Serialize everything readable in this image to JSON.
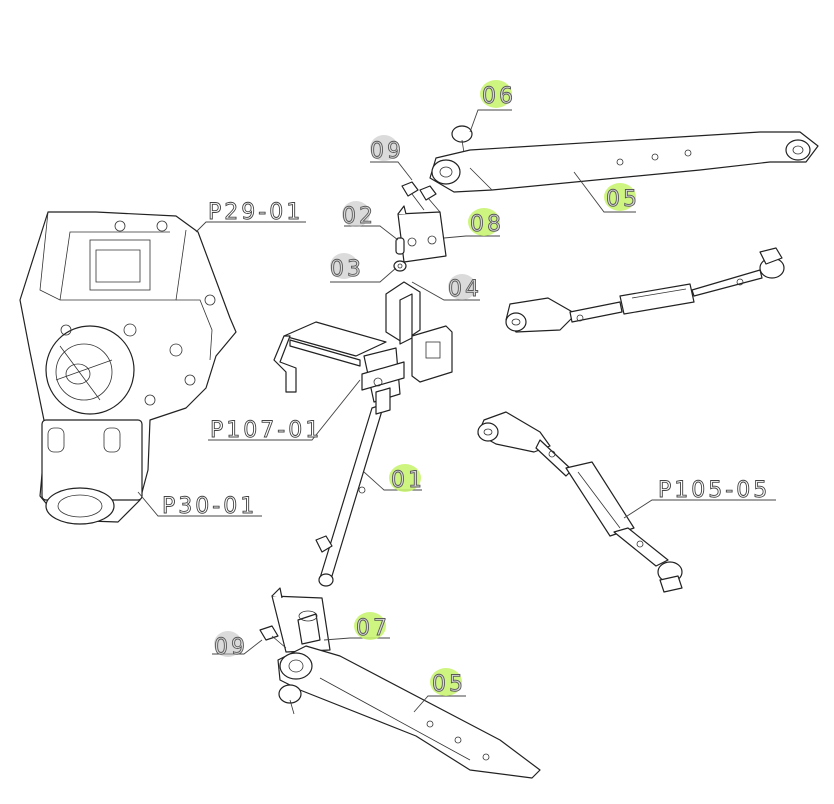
{
  "callouts": {
    "c06": "06",
    "c09_top": "09",
    "c02": "02",
    "c08": "08",
    "c03": "03",
    "c04": "04",
    "c05_top": "05",
    "c05_bottom": "05",
    "c01": "01",
    "c07": "07",
    "c09_bottom": "09",
    "p29": "P29-01",
    "p107": "P107-01",
    "p30": "P30-01",
    "p105": "P105-05"
  },
  "colors": {
    "highlight": "#c6f36a",
    "grey_highlight": "#bdbdbd",
    "line": "#222222"
  }
}
